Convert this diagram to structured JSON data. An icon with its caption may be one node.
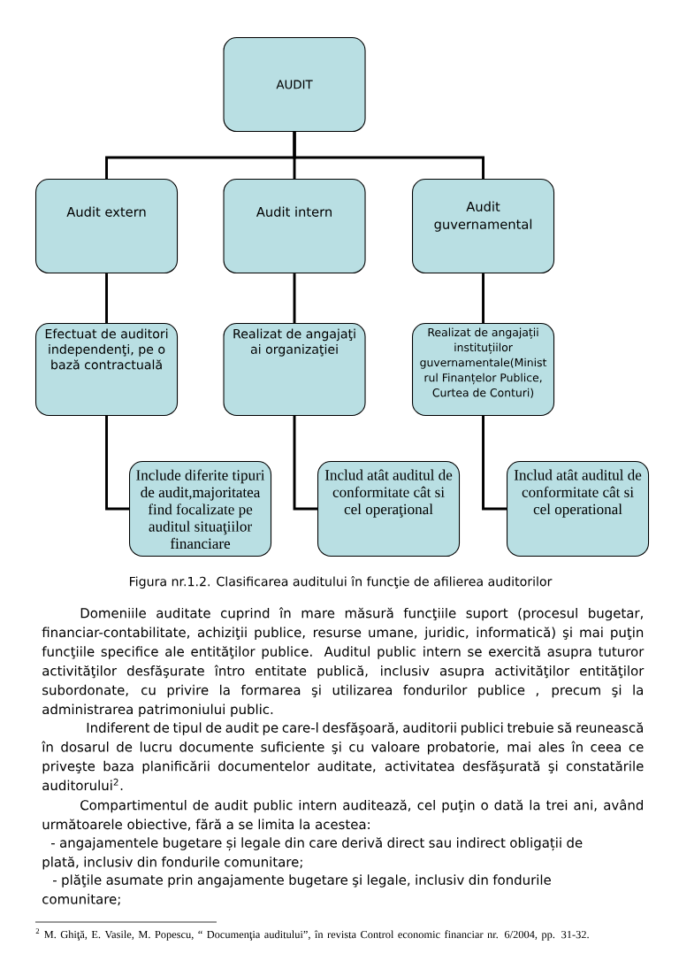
{
  "diagram": {
    "caption": "Figura nr.1.2. Clasificarea auditului în funcţie de afilierea auditorilor",
    "nodes": [
      {
        "text": [
          "AUDIT"
        ]
      },
      {
        "text": [
          "Audit extern"
        ]
      },
      {
        "text": [
          "Audit intern"
        ]
      },
      {
        "text": [
          "Audit guvernamental"
        ]
      },
      {
        "text": [
          "Efectuat de auditori independenţi, pe o bază contractuală"
        ]
      },
      {
        "text": [
          "Realizat de angajaţi ai organizaţiei"
        ]
      },
      {
        "text": [
          "Realizat de angajații instituțiilor guvernamentale(Minist rul Finanțelor Publice, Curtea de Conturi)"
        ]
      },
      {
        "text": [
          "Include diferite tipuri de audit,majoritatea find focalizate pe auditul situaţiilor financiare"
        ]
      },
      {
        "text": [
          "Includ atât auditul de conformitate cât si cel operaţional"
        ]
      },
      {
        "text": [
          "Includ atât auditul de conformitate cât si cel operational"
        ]
      }
    ],
    "edges": [
      {
        "from": 0,
        "to": 1,
        "arrow": "none"
      },
      {
        "from": 0,
        "to": 2,
        "arrow": "none"
      },
      {
        "from": 0,
        "to": 3,
        "arrow": "none"
      },
      {
        "from": 1,
        "to": 4,
        "arrow": "none"
      },
      {
        "from": 2,
        "to": 5,
        "arrow": "none"
      },
      {
        "from": 3,
        "to": 6,
        "arrow": "none"
      },
      {
        "from": 4,
        "to": 7,
        "arrow": "none"
      },
      {
        "from": 5,
        "to": 8,
        "arrow": "none"
      },
      {
        "from": 6,
        "to": 9,
        "arrow": "none"
      }
    ],
    "labels": [
      "Domeniile auditate cuprind în mare măsură funcţiile suport (procesul bugetar, financiar-contabilitate, achiziţii publice, resurse umane, juridic, informatică) şi mai puţin funcţiile specifice ale entităţilor publice. Auditul public intern se exercită asupra tuturor activităţilor desfăşurate întro entitate publică, inclusiv asupra activităţilor entităţilor subordonate, cu privire la formarea şi utilizarea fondurilor publice , precum şi la administrarea patrimoniului public.",
      "Indiferent de tipul de audit pe care-l desfăşoară, auditorii publici trebuie să reunească în dosarul de lucru documente suficiente şi cu valoare probatorie, mai ales în ceea ce priveşte baza planificării documentelor auditate, activitatea desfăşurată şi constatările auditorului$^{2}$.",
      "Compartimentul de audit public intern auditează, cel puţin o dată la trei ani, având următoarele obiective, fără a se limita la acestea:",
      "- angajamentele bugetare și legale din care derivă direct sau indirect obligații de plată, inclusiv din fondurile comunitare;",
      "- plăţile asumate prin angajamente bugetare şi legale, inclusiv din fondurile comunitare;",
      "$^{2}$ M. Ghiţă, E. Vasile, M. Popescu, “ Documenţia auditului”, în revista Control economic financiar nr. 6/2004, pp. 31-32."
    ]
  }
}
